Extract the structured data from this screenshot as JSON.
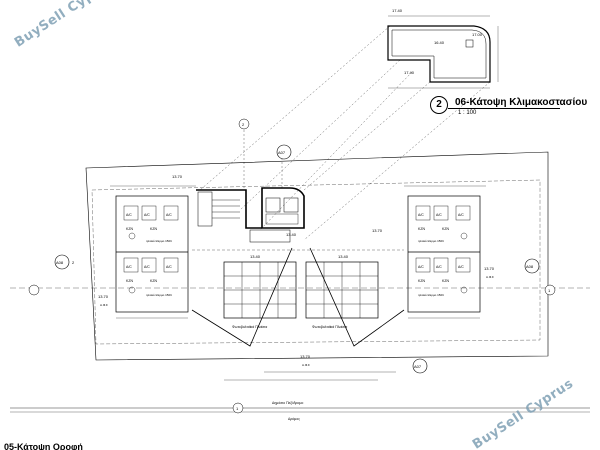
{
  "watermark": {
    "top_text": "BuySell Cyprus",
    "bottom_text": "BuySell Cyprus"
  },
  "title_block": {
    "number": "2",
    "title": "06-Κάτοψη Κλιμακοστασίου",
    "scale": "1 : 100"
  },
  "bottom_title": "05-Κάτοψη Οροφή",
  "section_markers": [
    {
      "code": "A07",
      "number": "2"
    },
    {
      "code": "A08",
      "number": "2"
    },
    {
      "code": "A08",
      "number": "1"
    },
    {
      "code": "A07",
      "number": "1"
    }
  ],
  "levels": {
    "stair_top_1": "17.40",
    "stair_top_2": "16.40",
    "stair_top_3": "17.40",
    "stair_top_4": "17.00",
    "left_block": "13.70",
    "right_block": "13.70",
    "core": "13.40",
    "central_left": "13.40",
    "central_right": "13.40",
    "left_side": "13.70",
    "right_side": "13.70",
    "bottom": "13.70"
  },
  "level_tag": "Α.Φ.Σ",
  "room_labels": {
    "ac": "A/C",
    "kzn": "KZN",
    "heater": "ηλιακό Θερμο 150lt"
  },
  "roof_labels": {
    "left": "Φωτοβολταϊκά Πλαίσια",
    "right": "Φωτοβολταϊκά Πλαίσια"
  },
  "street": {
    "road": "Δημόσιο Πεζόδρομο",
    "sidewalk": "Δρόμος"
  }
}
